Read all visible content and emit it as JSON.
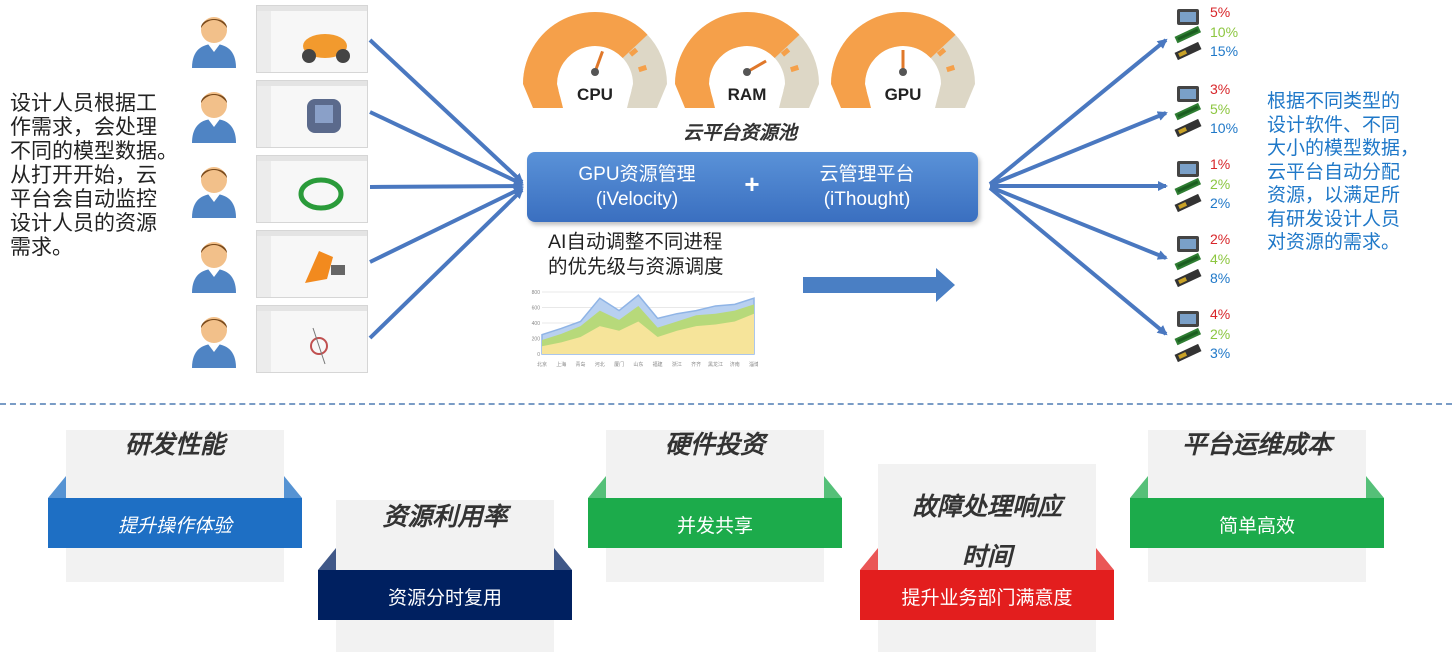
{
  "left_description": [
    "设计人员根据工",
    "作需求，会处理",
    "不同的模型数据。",
    "从打开开始，云",
    "平台会自动监控",
    "设计人员的资源",
    "需求。"
  ],
  "right_description": [
    "根据不同类型的",
    "设计软件、不同",
    "大小的模型数据，",
    "云平台自动分配",
    "资源，以满足所",
    "有研发设计人员",
    "对资源的需求。"
  ],
  "gauges": [
    {
      "label": "CPU",
      "color": "#f5a04a"
    },
    {
      "label": "RAM",
      "color": "#f5a04a"
    },
    {
      "label": "GPU",
      "color": "#f5a04a"
    }
  ],
  "pool_label": "云平台资源池",
  "management": {
    "left": [
      "GPU资源管理",
      "(iVelocity)"
    ],
    "plus": "+",
    "right": [
      "云管理平台",
      "(iThought)"
    ]
  },
  "ai_text": [
    "AI自动调整不同进程",
    "的优先级与资源调度"
  ],
  "chart_data": {
    "type": "area",
    "categories": [
      "北京",
      "上海",
      "青岛",
      "河北",
      "厦门",
      "山东",
      "福建",
      "浙江",
      "齐齐",
      "黑龙江",
      "济南",
      "淄博"
    ],
    "series": [
      {
        "values": [
          250,
          330,
          420,
          720,
          560,
          760,
          460,
          520,
          560,
          620,
          640,
          720
        ]
      },
      {
        "values": [
          180,
          260,
          360,
          560,
          440,
          620,
          340,
          420,
          500,
          520,
          560,
          640
        ]
      },
      {
        "values": [
          100,
          150,
          220,
          360,
          300,
          420,
          220,
          300,
          360,
          380,
          420,
          520
        ]
      }
    ],
    "ylim": [
      0,
      800
    ],
    "yticks": [
      "800",
      "600",
      "400",
      "200",
      "0"
    ],
    "colors": [
      "#b8d0f0",
      "#b7d97a",
      "#f6e49a"
    ]
  },
  "allocations": [
    [
      "5%",
      "10%",
      "15%"
    ],
    [
      "3%",
      "5%",
      "10%"
    ],
    [
      "1%",
      "2%",
      "2%"
    ],
    [
      "2%",
      "4%",
      "8%"
    ],
    [
      "4%",
      "2%",
      "3%"
    ]
  ],
  "benefits": [
    {
      "title": [
        "研发性能"
      ],
      "band": "提升操作体验",
      "color": "#1e6fc4"
    },
    {
      "title": [
        "资源利用率"
      ],
      "band": "资源分时复用",
      "color": "#002060"
    },
    {
      "title": [
        "硬件投资"
      ],
      "band": "并发共享",
      "color": "#1cab4b"
    },
    {
      "title": [
        "故障处理响应",
        "时间"
      ],
      "band": "提升业务部门满意度",
      "color": "#e31e1e"
    },
    {
      "title": [
        "平台运维成本"
      ],
      "band": "简单高效",
      "color": "#1cab4b"
    }
  ]
}
